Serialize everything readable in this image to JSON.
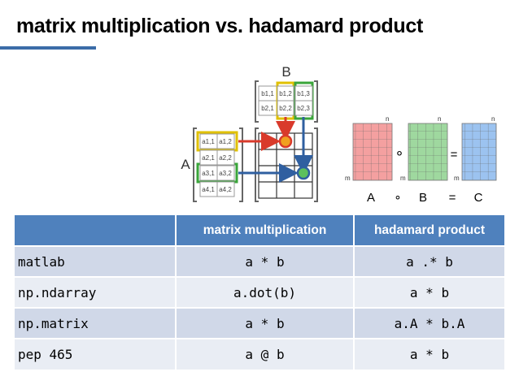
{
  "title": "matrix multiplication vs. hadamard product",
  "colors": {
    "accent": "#3b6ca8",
    "header_bg": "#4f81bd",
    "row_odd": "#d0d8e8",
    "row_even": "#e9edf4",
    "red_matrix": "#f4a0a0",
    "green_matrix": "#9fd89f",
    "blue_matrix": "#9cc3f0"
  },
  "mult_figure": {
    "label_a": "A",
    "label_b": "B",
    "b_cells": [
      [
        "b1,1",
        "b1,2",
        "b1,3"
      ],
      [
        "b2,1",
        "b2,2",
        "b2,3"
      ]
    ],
    "a_cells": [
      [
        "a1,1",
        "a1,2"
      ],
      [
        "a2,1",
        "a2,2"
      ],
      [
        "a3,1",
        "a3,2"
      ],
      [
        "a4,1",
        "a4,2"
      ]
    ]
  },
  "hadamard_figure": {
    "dim_n": "n",
    "dim_m": "m",
    "op_circle": "∘",
    "op_equals": "=",
    "label_a": "A",
    "label_b": "B",
    "label_c": "C"
  },
  "table": {
    "headers": [
      "",
      "matrix multiplication",
      "hadamard product"
    ],
    "rows": [
      {
        "lang": "matlab",
        "mult": "a * b",
        "hada": "a .* b"
      },
      {
        "lang": "np.ndarray",
        "mult": "a.dot(b)",
        "hada": "a * b"
      },
      {
        "lang": "np.matrix",
        "mult": "a * b",
        "hada": "a.A * b.A"
      },
      {
        "lang": "pep 465",
        "mult": "a @ b",
        "hada": "a * b"
      }
    ]
  }
}
